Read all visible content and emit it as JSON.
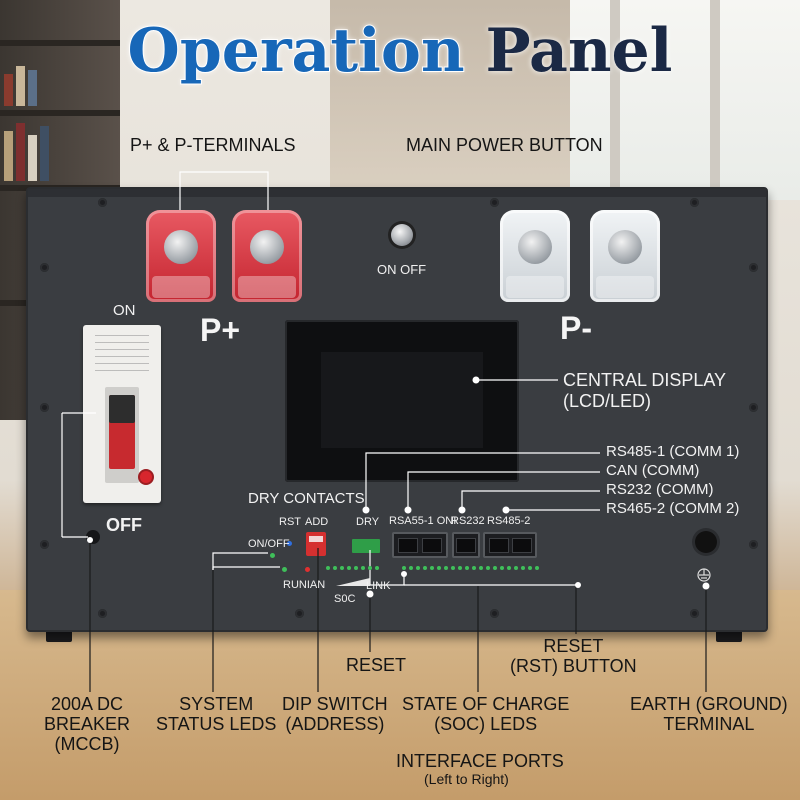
{
  "title": {
    "part1": "Operation",
    "part2": "Panel"
  },
  "device_labels": {
    "on": "ON",
    "off": "OFF",
    "p_plus": "P+",
    "p_minus": "P-",
    "power_switch": "ON OFF",
    "rst": "RST",
    "add": "ADD",
    "dry": "DRY",
    "on_off": "ON/OFF",
    "run_alm": "RUNIAN",
    "soc": "S0C",
    "link": "LINK",
    "port1": "RSA55-1 ONI",
    "port2": "RS232",
    "port3": "RS485-2"
  },
  "callouts": {
    "terminals": "P+ & P-TERMINALS",
    "main_power": "MAIN POWER BUTTON",
    "central_display": [
      "CENTRAL DISPLAY",
      "(LCD/LED)"
    ],
    "rs485_1": "RS485-1 (COMM 1)",
    "can": "CAN (COMM)",
    "rs232": "RS232 (COMM)",
    "rs465_2": "RS465-2 (COMM 2)",
    "dry_contacts": "DRY CONTACTS",
    "reset": "RESET",
    "reset_button": [
      "RESET",
      "(RST) BUTTON"
    ],
    "breaker": [
      "200A DC",
      "BREAKER",
      "(MCCB)"
    ],
    "system_leds": [
      "SYSTEM",
      "STATUS LEDS"
    ],
    "dip_switch": [
      "DIP SWITCH",
      "(ADDRESS)"
    ],
    "soc_leds": [
      "STATE OF CHARGE",
      "(SOC) LEDS"
    ],
    "earth": [
      "EARTH (GROUND)",
      "TERMINAL"
    ],
    "interface_ports": "INTERFACE PORTS",
    "interface_sub": "(Left to Right)"
  },
  "colors": {
    "title_blue": "#1767b8",
    "title_navy": "#1b2945",
    "panel": "#3a3d41",
    "terminal_red": "#c4242f",
    "led_green": "#3fbf5a",
    "led_red": "#e03030",
    "led_blue": "#2f6fe0"
  },
  "icons": [
    "power-button-icon",
    "ground-symbol-icon",
    "rj45-port-icon",
    "led-indicator-icon"
  ]
}
